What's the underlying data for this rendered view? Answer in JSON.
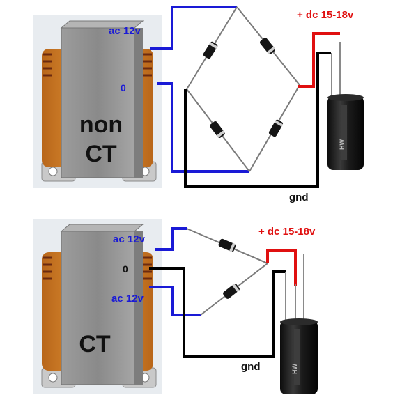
{
  "top_circuit": {
    "transformer_label_line1": "non",
    "transformer_label_line2": "CT",
    "input_ac_label": "ac 12v",
    "input_zero_label": "0",
    "output_label": "+ dc 15-18v",
    "ground_label": "gnd"
  },
  "bottom_circuit": {
    "transformer_label": "CT",
    "input_ac_top_label": "ac 12v",
    "center_tap_label": "0",
    "input_ac_bottom_label": "ac 12v",
    "output_label": "+ dc 15-18v",
    "ground_label": "gnd"
  },
  "capacitor_marking": "HW",
  "colors": {
    "ac_wire": "#1a1ad6",
    "positive_wire": "#e01010",
    "ground_wire": "#000000",
    "label_blue": "#1a1ad6",
    "label_red": "#e01010",
    "core_gray": "#8e8e8e",
    "winding_orange": "#d9851a",
    "capacitor_body": "#1a1a1a"
  }
}
